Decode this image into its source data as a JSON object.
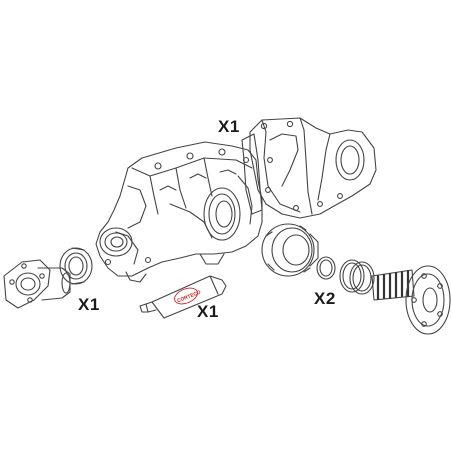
{
  "labels": {
    "housing_qty": "X1",
    "flange_qty": "X1",
    "tube_qty": "X1",
    "shaft_qty": "X2"
  },
  "tube": {
    "brand": "CORTECO",
    "brand_color": "#cc2222"
  },
  "colors": {
    "line": "#444444",
    "background": "#ffffff"
  }
}
